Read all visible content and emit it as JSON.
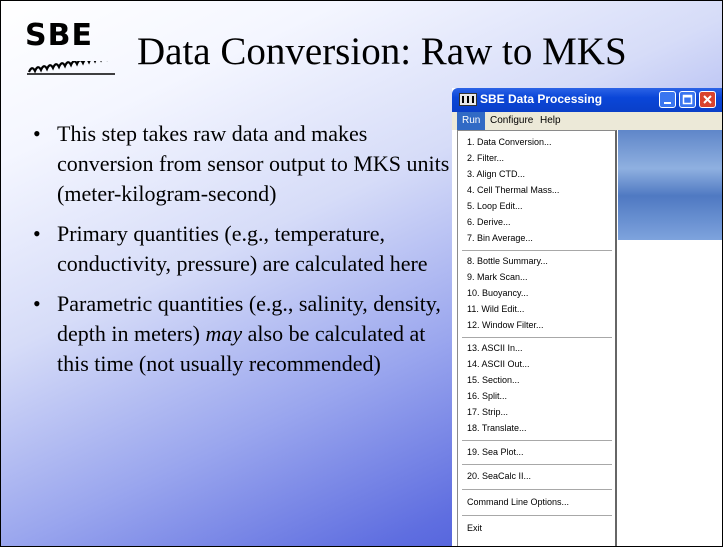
{
  "slide": {
    "logo_text": "SBE",
    "title": "Data Conversion: Raw to MKS",
    "bullets": [
      {
        "text": "This step takes raw data and makes conversion from sensor output to MKS units (meter-kilogram-second)"
      },
      {
        "text": "Primary quantities (e.g., temperature, conductivity, pressure) are calculated here"
      },
      {
        "emphasis": "may",
        "text_before": "Parametric quantities (e.g., salinity, density, depth in meters)",
        "text_after": "also be calculated at this time (not usually recommended)"
      }
    ]
  },
  "window": {
    "title": "SBE Data Processing",
    "menubar": {
      "run": "Run",
      "configure": "Configure",
      "help": "Help"
    },
    "run_menu": [
      "1. Data Conversion...",
      "2. Filter...",
      "3. Align CTD...",
      "4. Cell Thermal Mass...",
      "5. Loop Edit...",
      "6. Derive...",
      "7. Bin Average...",
      "8. Bottle Summary...",
      "9. Mark Scan...",
      "10. Buoyancy...",
      "11. Wild Edit...",
      "12. Window Filter...",
      "13. ASCII In...",
      "14. ASCII Out...",
      "15. Section...",
      "16. Split...",
      "17. Strip...",
      "18. Translate...",
      "19. Sea Plot...",
      "20. SeaCalc II...",
      "Command Line Options...",
      "Exit"
    ]
  },
  "colors": {
    "titlebar": "#0a46d8",
    "menu_highlight": "#316ac5",
    "close_button": "#d9432e"
  },
  "icons": {
    "app": "sbe-app-icon",
    "minimize": "minimize-icon",
    "maximize": "maximize-icon",
    "close": "close-icon"
  }
}
